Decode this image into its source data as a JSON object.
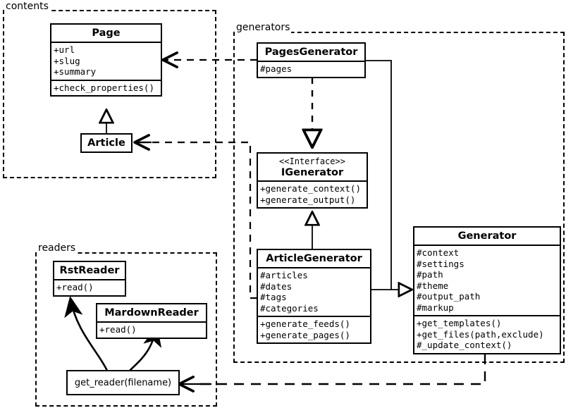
{
  "diagram": {
    "kind": "uml-class-diagram",
    "stroke_color": "#000000",
    "background_color": "#ffffff"
  },
  "packages": [
    {
      "id": "contents",
      "label": "contents"
    },
    {
      "id": "generators",
      "label": "generators"
    },
    {
      "id": "readers",
      "label": "readers"
    }
  ],
  "classes": {
    "page": {
      "name": "Page",
      "attributes": [
        "+url",
        "+slug",
        "+summary"
      ],
      "methods": [
        "+check_properties()"
      ]
    },
    "article": {
      "name": "Article",
      "attributes": [],
      "methods": []
    },
    "pages_generator": {
      "name": "PagesGenerator",
      "attributes": [
        "#pages"
      ],
      "methods": []
    },
    "igenerator": {
      "stereotype": "<<Interface>>",
      "name": "IGenerator",
      "attributes": [],
      "methods": [
        "+generate_context()",
        "+generate_output()"
      ]
    },
    "article_generator": {
      "name": "ArticleGenerator",
      "attributes": [
        "#articles",
        "#dates",
        "#tags",
        "#categories"
      ],
      "methods": [
        "+generate_feeds()",
        "+generate_pages()"
      ]
    },
    "generator": {
      "name": "Generator",
      "attributes": [
        "#context",
        "#settings",
        "#path",
        "#theme",
        "#output_path",
        "#markup"
      ],
      "methods": [
        "+get_templates()",
        "+get_files(path,exclude)",
        "#_update_context()"
      ]
    },
    "rst_reader": {
      "name": "RstReader",
      "attributes": [],
      "methods": [
        "+read()"
      ]
    },
    "mardown_reader": {
      "name": "MardownReader",
      "attributes": [],
      "methods": [
        "+read()"
      ]
    },
    "get_reader": {
      "name": "get_reader(filename)"
    }
  },
  "relationships": [
    {
      "id": "article-inherits-page",
      "type": "generalization",
      "from": "Article",
      "to": "Page"
    },
    {
      "id": "pagesgenerator-realizes-igenerator",
      "type": "realization",
      "from": "PagesGenerator",
      "to": "IGenerator"
    },
    {
      "id": "articlegenerator-realizes-igenerator",
      "type": "realization",
      "from": "ArticleGenerator",
      "to": "IGenerator"
    },
    {
      "id": "pagesgenerator-inherits-generator",
      "type": "generalization",
      "from": "PagesGenerator",
      "to": "Generator"
    },
    {
      "id": "articlegenerator-inherits-generator",
      "type": "generalization",
      "from": "ArticleGenerator",
      "to": "Generator"
    },
    {
      "id": "pagesgenerator-uses-page",
      "type": "dependency",
      "from": "PagesGenerator",
      "to": "Page"
    },
    {
      "id": "articlegenerator-uses-article",
      "type": "dependency",
      "from": "ArticleGenerator",
      "to": "Article"
    },
    {
      "id": "generator-uses-get_reader",
      "type": "dependency",
      "from": "Generator",
      "to": "get_reader(filename)"
    },
    {
      "id": "get_reader-creates-rstreader",
      "type": "create",
      "from": "get_reader(filename)",
      "to": "RstReader"
    },
    {
      "id": "get_reader-creates-mardownreader",
      "type": "create",
      "from": "get_reader(filename)",
      "to": "MardownReader"
    }
  ]
}
